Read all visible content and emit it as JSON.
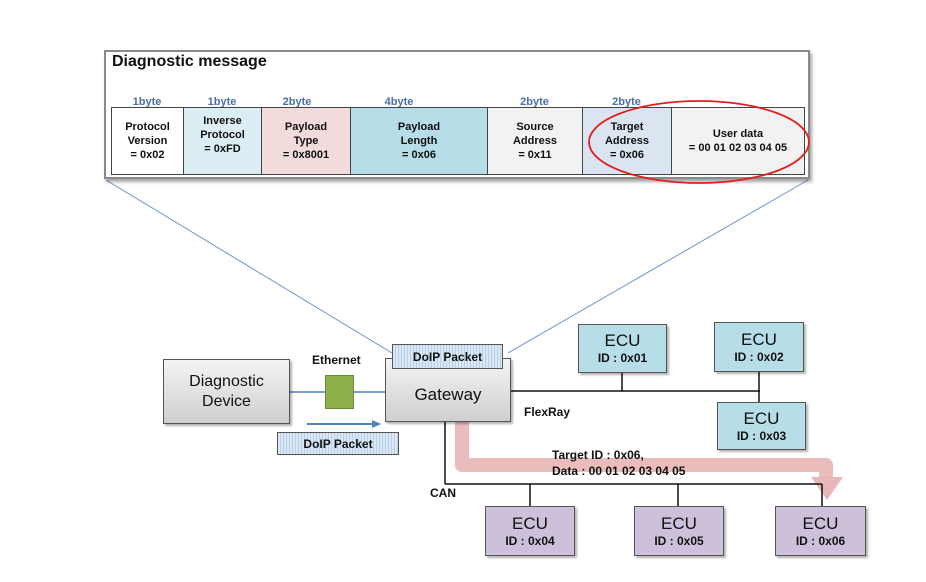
{
  "diagnostic_message": {
    "title": "Diagnostic message",
    "fields": [
      {
        "size": "1byte",
        "line1": "Protocol",
        "line2": "Version",
        "line3": "= 0x02",
        "color": "#ffffff"
      },
      {
        "size": "1byte",
        "line1": "Inverse",
        "line2": "Protocol",
        "line3": "= 0xFD",
        "color": "#dbeef4"
      },
      {
        "size": "2byte",
        "line1": "Payload",
        "line2": "Type",
        "line3": "= 0x8001",
        "color": "#f2dcdb"
      },
      {
        "size": "4byte",
        "line1": "Payload",
        "line2": "Length",
        "line3": "= 0x06",
        "color": "#b7dde8"
      },
      {
        "size": "2byte",
        "line1": "Source",
        "line2": "Address",
        "line3": "= 0x11",
        "color": "#f2f2f2"
      },
      {
        "size": "2byte",
        "line1": "Target",
        "line2": "Address",
        "line3": "= 0x06",
        "color": "#dbe5f1"
      },
      {
        "size": "",
        "line1": "User data",
        "line2": "=  00 01 02 03 04 05",
        "line3": "",
        "color": "#f2f2f2"
      }
    ],
    "highlight_color": "#e0201e"
  },
  "network": {
    "diagnostic_device": {
      "line1": "Diagnostic",
      "line2": "Device"
    },
    "ethernet_label": "Ethernet",
    "gateway_label": "Gateway",
    "gateway_packet_label": "DoIP Packet",
    "moving_packet_label": "DoIP Packet",
    "flexray_label": "FlexRay",
    "can_label": "CAN",
    "route_annotation": {
      "line1": "Target ID : 0x06,",
      "line2": "Data : 00 01 02 03 04 05"
    },
    "flexray_ecus": [
      {
        "title": "ECU",
        "id": "ID : 0x01"
      },
      {
        "title": "ECU",
        "id": "ID : 0x02"
      },
      {
        "title": "ECU",
        "id": "ID : 0x03"
      }
    ],
    "can_ecus": [
      {
        "title": "ECU",
        "id": "ID : 0x04"
      },
      {
        "title": "ECU",
        "id": "ID : 0x05"
      },
      {
        "title": "ECU",
        "id": "ID : 0x06"
      }
    ],
    "colors": {
      "ethernet_line": "#4f81bd",
      "ethernet_switch": "#8db049",
      "route_arrow": "#e6b0b0",
      "bus_line": "#111111"
    }
  }
}
